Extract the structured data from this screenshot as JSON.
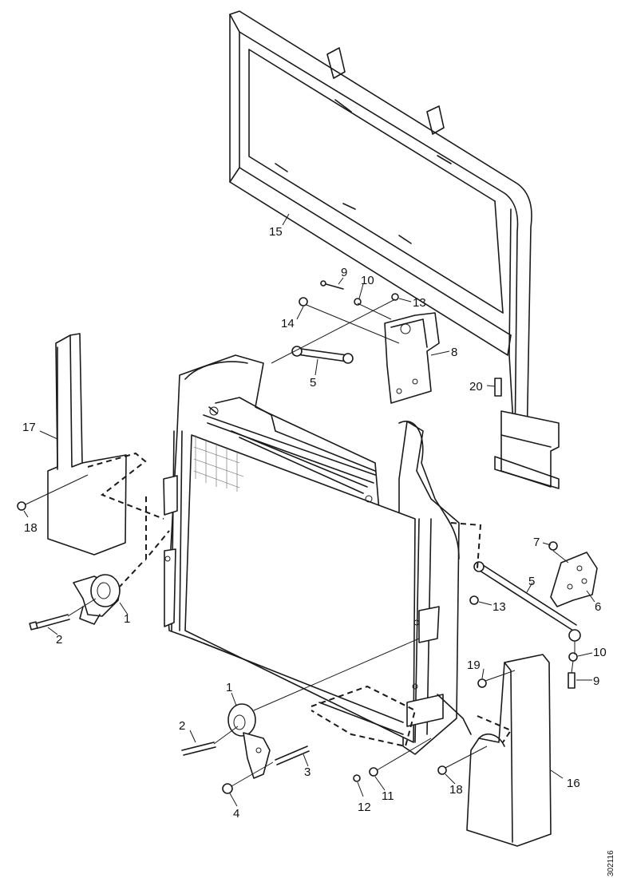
{
  "callouts": {
    "c15": "15",
    "c9a": "9",
    "c10a": "10",
    "c14": "14",
    "c13a": "13",
    "c8": "8",
    "c5a": "5",
    "c20": "20",
    "c17": "17",
    "c18a": "18",
    "c7": "7",
    "c1a": "1",
    "c2a": "2",
    "c5b": "5",
    "c13b": "13",
    "c6": "6",
    "c10b": "10",
    "c9b": "9",
    "c19": "19",
    "c1b": "1",
    "c2b": "2",
    "c3": "3",
    "c4": "4",
    "c12": "12",
    "c11": "11",
    "c18b": "18",
    "c16": "16"
  },
  "doc_id": "302116"
}
